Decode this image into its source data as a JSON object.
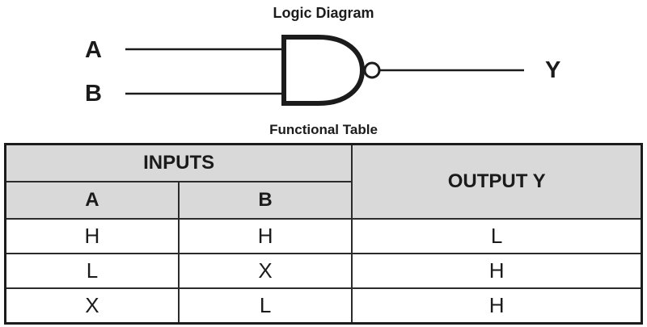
{
  "diagram": {
    "title": "Logic Diagram",
    "gate_type": "NAND",
    "input_labels": [
      "A",
      "B"
    ],
    "output_label": "Y",
    "line_color": "#1b1b1b"
  },
  "table": {
    "title": "Functional Table",
    "header": {
      "inputs_label": "INPUTS",
      "output_label": "OUTPUT Y",
      "col_a": "A",
      "col_b": "B"
    },
    "rows": [
      [
        "H",
        "H",
        "L"
      ],
      [
        "L",
        "X",
        "H"
      ],
      [
        "X",
        "L",
        "H"
      ]
    ],
    "header_bg": "#d9d9d9"
  }
}
